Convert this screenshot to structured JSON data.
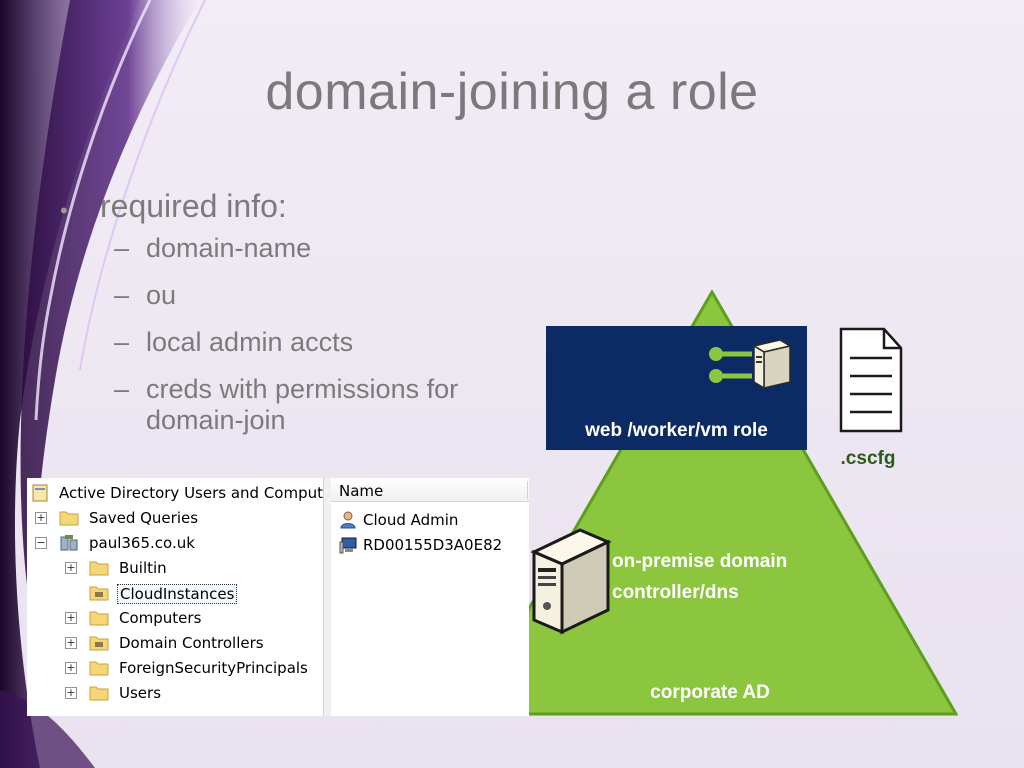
{
  "slide": {
    "title": "domain-joining a role",
    "bullets": [
      {
        "text": "required info:",
        "sub": [
          "domain-name",
          "ou",
          "local admin accts",
          "creds with permissions for domain-join"
        ]
      }
    ]
  },
  "diagram": {
    "role_label": "web /worker/vm role",
    "config_label": ".cscfg",
    "dc_label_line1": "on-premise domain",
    "dc_label_line2": "controller/dns",
    "base_label": "corporate AD",
    "colors": {
      "triangle_fill": "#8cc63f",
      "triangle_stroke": "#5e9e1e",
      "role_box": "#0c2a63",
      "config_label": "#2b5a1c"
    },
    "icons": [
      "endpoint-connector-icon",
      "server-icon",
      "config-document-icon",
      "domain-controller-server-icon"
    ]
  },
  "aduc": {
    "tree": [
      {
        "label": "Active Directory Users and Comput",
        "icon": "aduc-root-icon"
      },
      {
        "label": "Saved Queries",
        "icon": "folder-icon",
        "expander": "+"
      },
      {
        "label": "paul365.co.uk",
        "icon": "domain-icon",
        "expander": "−"
      },
      {
        "label": "Builtin",
        "icon": "folder-icon",
        "expander": "+"
      },
      {
        "label": "CloudInstances",
        "icon": "ou-folder-icon",
        "selected": true
      },
      {
        "label": "Computers",
        "icon": "folder-icon",
        "expander": "+"
      },
      {
        "label": "Domain Controllers",
        "icon": "ou-folder-icon",
        "expander": "+"
      },
      {
        "label": "ForeignSecurityPrincipals",
        "icon": "folder-icon",
        "expander": "+"
      },
      {
        "label": "Users",
        "icon": "folder-icon",
        "expander": "+"
      }
    ],
    "list": {
      "column_header": "Name",
      "items": [
        {
          "label": "Cloud Admin",
          "icon": "user-icon"
        },
        {
          "label": "RD00155D3A0E82",
          "icon": "computer-icon"
        }
      ]
    }
  }
}
